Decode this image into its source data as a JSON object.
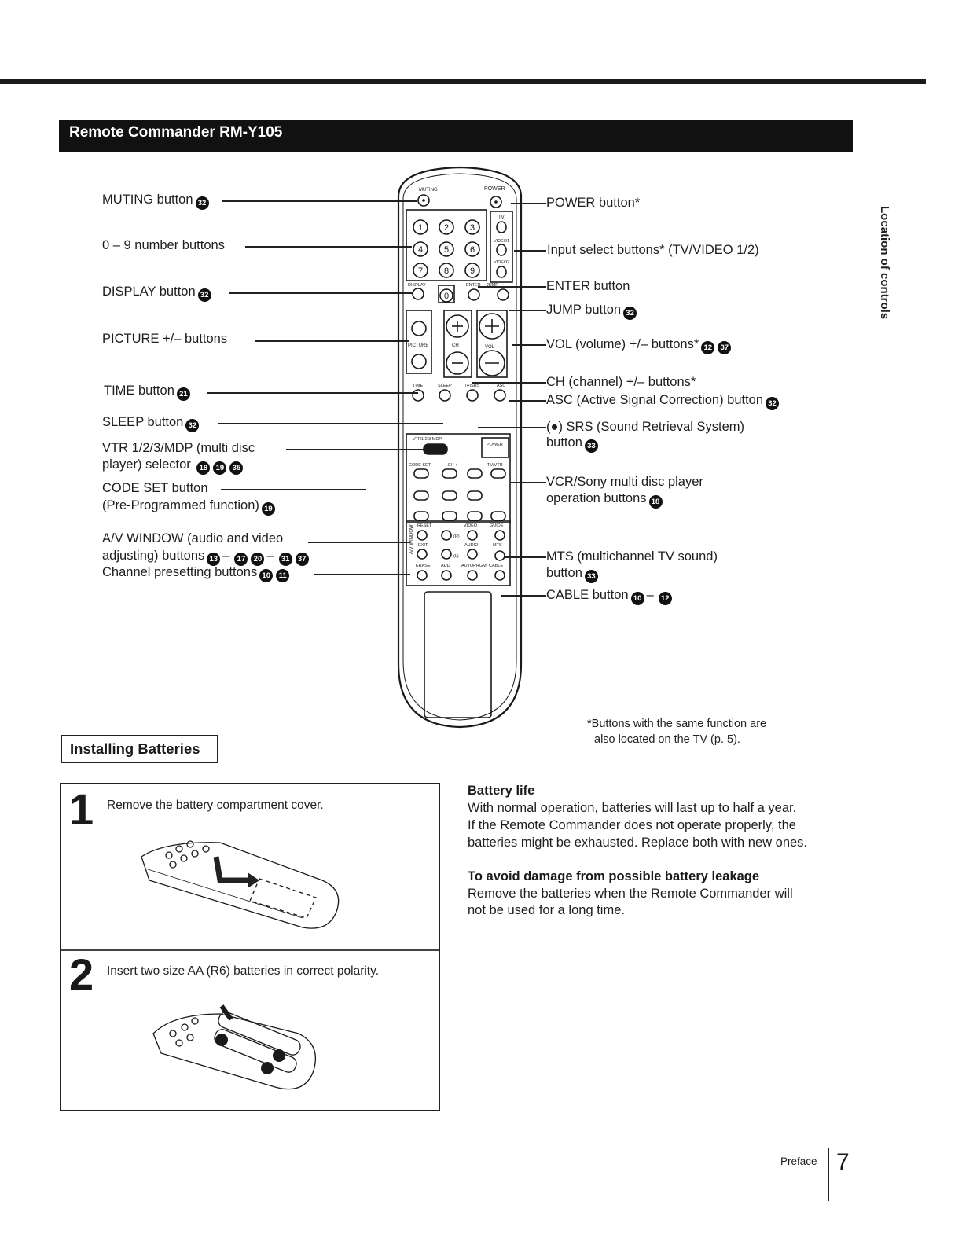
{
  "header": {
    "title": "Remote Commander RM-Y105",
    "side_tab": "Location of controls"
  },
  "left_labels": {
    "muting": {
      "text": "MUTING button",
      "ref": "32"
    },
    "numbers": {
      "text": "0 – 9 number buttons"
    },
    "display": {
      "text": "DISPLAY button",
      "ref": "32"
    },
    "picture": {
      "text": "PICTURE +/– buttons"
    },
    "time": {
      "text": "TIME button",
      "ref": "21"
    },
    "sleep": {
      "text": "SLEEP button",
      "ref": "32"
    },
    "vtr_line1": "VTR 1/2/3/MDP (multi disc",
    "vtr_line2": "player) selector",
    "vtr_refs": [
      "18",
      "19",
      "35"
    ],
    "code_line1": "CODE SET button",
    "code_line2": "(Pre-Programmed function)",
    "code_ref": "19",
    "av_line1": "A/V WINDOW (audio and video",
    "av_line2": "adjusting) buttons",
    "av_refs": [
      "13",
      "17",
      "20",
      "31",
      "37"
    ],
    "preset_line": "Channel presetting buttons",
    "preset_refs": [
      "10",
      "11"
    ]
  },
  "right_labels": {
    "power": "POWER button*",
    "input": "Input select buttons* (TV/VIDEO 1/2)",
    "enter": "ENTER button",
    "jump": {
      "text": "JUMP button",
      "ref": "32"
    },
    "vol": {
      "text": "VOL (volume) +/– buttons*",
      "refs": [
        "12",
        "37"
      ]
    },
    "ch": "CH (channel) +/– buttons*",
    "asc": {
      "text": "ASC (Active Signal Correction) button",
      "ref": "32"
    },
    "srs_line1": "(●) SRS (Sound Retrieval System)",
    "srs_line2": "button",
    "srs_ref": "33",
    "vcr_line1": "VCR/Sony multi disc player",
    "vcr_line2": "operation buttons",
    "vcr_ref": "18",
    "mts_line1": "MTS (multichannel TV sound)",
    "mts_line2": "button",
    "mts_ref": "33",
    "cable": {
      "text": "CABLE button",
      "refs": [
        "10",
        "12"
      ]
    }
  },
  "remote": {
    "muting": "MUTING",
    "power_top": "POWER",
    "tv": "TV",
    "video1": "VIDEO1",
    "video2": "VIDEO2",
    "digits": [
      "1",
      "2",
      "3",
      "4",
      "5",
      "6",
      "7",
      "8",
      "9",
      "0"
    ],
    "display": "DISPLAY",
    "enter": "ENTER",
    "jump": "JUMP",
    "picture": "PICTURE",
    "ch": "CH",
    "vol": "VOL",
    "time": "TIME",
    "sleep": "SLEEP",
    "srs": "(●)SRS",
    "asc": "ASC",
    "vtr": "VTR1 2 3 MDP",
    "power_low": "POWER",
    "code_set": "CODE SET",
    "ch_pm": "– CH +",
    "tvvtr": "TV/VTR",
    "av_window": "A/V WINDOW",
    "reset": "RESET",
    "video": "VIDEO",
    "guide": "GUIDE",
    "exit": "EXIT",
    "audio": "AUDIO",
    "mts": "MTS",
    "r": "(R)",
    "l": "(L)",
    "erase": "ERASE",
    "add": "ADD",
    "autoprgm": "AUTOPRGM",
    "cable": "CABLE"
  },
  "footnote": {
    "line1": "*Buttons with the same function are",
    "line2": "also located on the TV (p. 5)."
  },
  "install": {
    "heading": "Installing Batteries",
    "step1_num": "1",
    "step1_text": "Remove the battery compartment cover.",
    "step2_num": "2",
    "step2_text": "Insert two size AA (R6) batteries in correct polarity."
  },
  "battery_life": {
    "heading": "Battery life",
    "lines": [
      "With normal operation, batteries will last up to half a year.",
      "If the Remote Commander does not operate properly, the",
      "batteries might be exhausted. Replace both with new ones."
    ]
  },
  "leakage": {
    "heading": "To avoid damage from possible battery leakage",
    "lines": [
      "Remove the batteries when the Remote Commander will",
      "not be used for a long time."
    ]
  },
  "footer": {
    "section": "Preface",
    "page": "7"
  }
}
